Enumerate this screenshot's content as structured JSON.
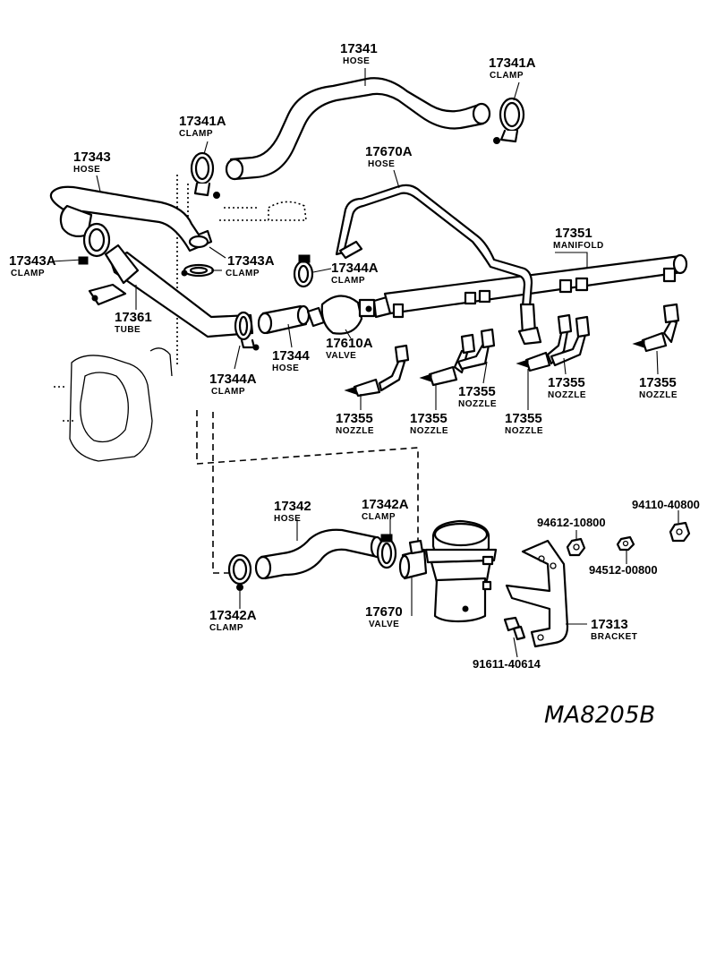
{
  "labels": {
    "p17341": {
      "num": "17341",
      "name": "HOSE"
    },
    "p17341a_top": {
      "num": "17341A",
      "name": "CLAMP"
    },
    "p17341a_left": {
      "num": "17341A",
      "name": "CLAMP"
    },
    "p17343": {
      "num": "17343",
      "name": "HOSE"
    },
    "p17670a": {
      "num": "17670A",
      "name": "HOSE"
    },
    "p17343a_left": {
      "num": "17343A",
      "name": "CLAMP"
    },
    "p17343a_mid": {
      "num": "17343A",
      "name": "CLAMP"
    },
    "p17351": {
      "num": "17351",
      "name": "MANIFOLD"
    },
    "p17344a_top": {
      "num": "17344A",
      "name": "CLAMP"
    },
    "p17361": {
      "num": "17361",
      "name": "TUBE"
    },
    "p17344": {
      "num": "17344",
      "name": "HOSE"
    },
    "p17610a": {
      "num": "17610A",
      "name": "VALVE"
    },
    "p17344a_bot": {
      "num": "17344A",
      "name": "CLAMP"
    },
    "p17355_a": {
      "num": "17355",
      "name": "NOZZLE"
    },
    "p17355_b": {
      "num": "17355",
      "name": "NOZZLE"
    },
    "p17355_c": {
      "num": "17355",
      "name": "NOZZLE"
    },
    "p17355_d": {
      "num": "17355",
      "name": "NOZZLE"
    },
    "p17355_e": {
      "num": "17355",
      "name": "NOZZLE"
    },
    "p17355_f": {
      "num": "17355",
      "name": "NOZZLE"
    },
    "p17342": {
      "num": "17342",
      "name": "HOSE"
    },
    "p17342a_top": {
      "num": "17342A",
      "name": "CLAMP"
    },
    "p17342a_bot": {
      "num": "17342A",
      "name": "CLAMP"
    },
    "p17670": {
      "num": "17670",
      "name": "VALVE"
    },
    "p17313": {
      "num": "17313",
      "name": "BRACKET"
    },
    "p94612": {
      "num": "94612-10800"
    },
    "p94110": {
      "num": "94110-40800"
    },
    "p94512": {
      "num": "94512-00800"
    },
    "p91611": {
      "num": "91611-40614"
    }
  },
  "diagram_code": "MA8205B"
}
